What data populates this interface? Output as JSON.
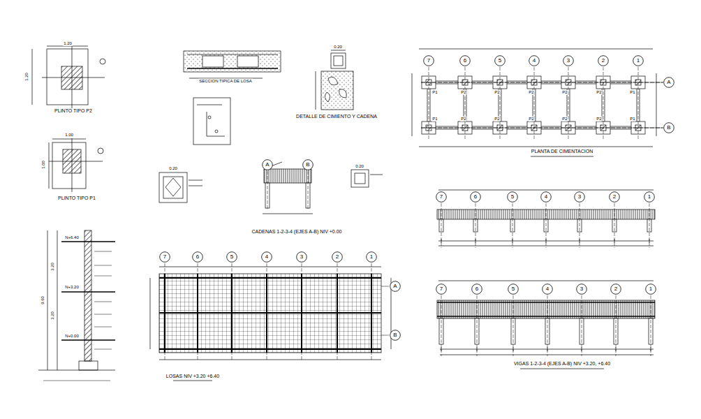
{
  "diagram": {
    "nodes": [
      {
        "text": [
          "7"
        ]
      },
      {
        "text": [
          "6"
        ]
      },
      {
        "text": [
          "5"
        ]
      },
      {
        "text": [
          "4"
        ]
      },
      {
        "text": [
          "3"
        ]
      },
      {
        "text": [
          "2"
        ]
      },
      {
        "text": [
          "1"
        ]
      },
      {
        "text": [
          "A"
        ]
      },
      {
        "text": [
          "B"
        ]
      },
      {
        "text": [
          "A"
        ]
      },
      {
        "text": [
          "B"
        ]
      },
      {
        "text": [
          "7"
        ]
      },
      {
        "text": [
          "6"
        ]
      },
      {
        "text": [
          "5"
        ]
      },
      {
        "text": [
          "4"
        ]
      },
      {
        "text": [
          "3"
        ]
      },
      {
        "text": [
          "2"
        ]
      },
      {
        "text": [
          "1"
        ]
      },
      {
        "text": [
          "7"
        ]
      },
      {
        "text": [
          "6"
        ]
      },
      {
        "text": [
          "5"
        ]
      },
      {
        "text": [
          "4"
        ]
      },
      {
        "text": [
          "3"
        ]
      },
      {
        "text": [
          "2"
        ]
      },
      {
        "text": [
          "1"
        ]
      },
      {
        "text": [
          "A"
        ]
      },
      {
        "text": [
          "B"
        ]
      },
      {
        "text": [
          "7"
        ]
      },
      {
        "text": [
          "6"
        ]
      },
      {
        "text": [
          "5"
        ]
      },
      {
        "text": [
          "4"
        ]
      },
      {
        "text": [
          "3"
        ]
      },
      {
        "text": [
          "2"
        ]
      },
      {
        "text": [
          "1"
        ]
      }
    ],
    "labels": [
      "1.20",
      "1.20",
      "PLINTO TIPO P2",
      "1.00",
      "1.00",
      "PLINTO TIPO P1",
      "SECCION TIPICA DE LOSA",
      "0.20",
      "DETALLE DE CIMIENTO Y CADENA",
      "P1",
      "P2",
      "P2",
      "P2",
      "P2",
      "P2",
      "P1",
      "P1",
      "P2",
      "P2",
      "P2",
      "P2",
      "P2",
      "P1",
      "PLANTA DE CIMENTACION",
      "0.20",
      "0.20",
      "CADENAS 1-2-3-4 (EJES A-B) NIV +0.00",
      "N+6.40",
      "N+3.20",
      "N+0.00",
      "9.60",
      "3.20",
      "3.20",
      "LOSAS NIV +3.20 +6.40",
      "VIGAS 1-2-3-4 (EJES A-B) NIV +3.20, +6.40"
    ]
  }
}
